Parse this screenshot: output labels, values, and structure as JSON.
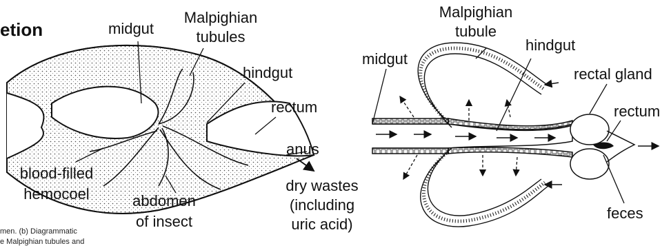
{
  "title_fragment": "etion",
  "caption_lines": [
    "men. (b) Diagrammatic",
    "e Malpighian tubules and"
  ],
  "left_diagram": {
    "labels": {
      "midgut": "midgut",
      "malpighian": [
        "Malpighian",
        "tubules"
      ],
      "hindgut": "hindgut",
      "rectum": "rectum",
      "anus": "anus",
      "hemocoel": [
        "blood-filled",
        "hemocoel"
      ],
      "abdomen": [
        "abdomen",
        "of insect"
      ],
      "wastes": [
        "dry wastes",
        "(including",
        "uric acid)"
      ]
    }
  },
  "right_diagram": {
    "labels": {
      "malpighian": [
        "Malpighian",
        "tubule"
      ],
      "midgut": "midgut",
      "hindgut": "hindgut",
      "rectal_gland": "rectal gland",
      "rectum": "rectum",
      "feces": "feces"
    }
  }
}
